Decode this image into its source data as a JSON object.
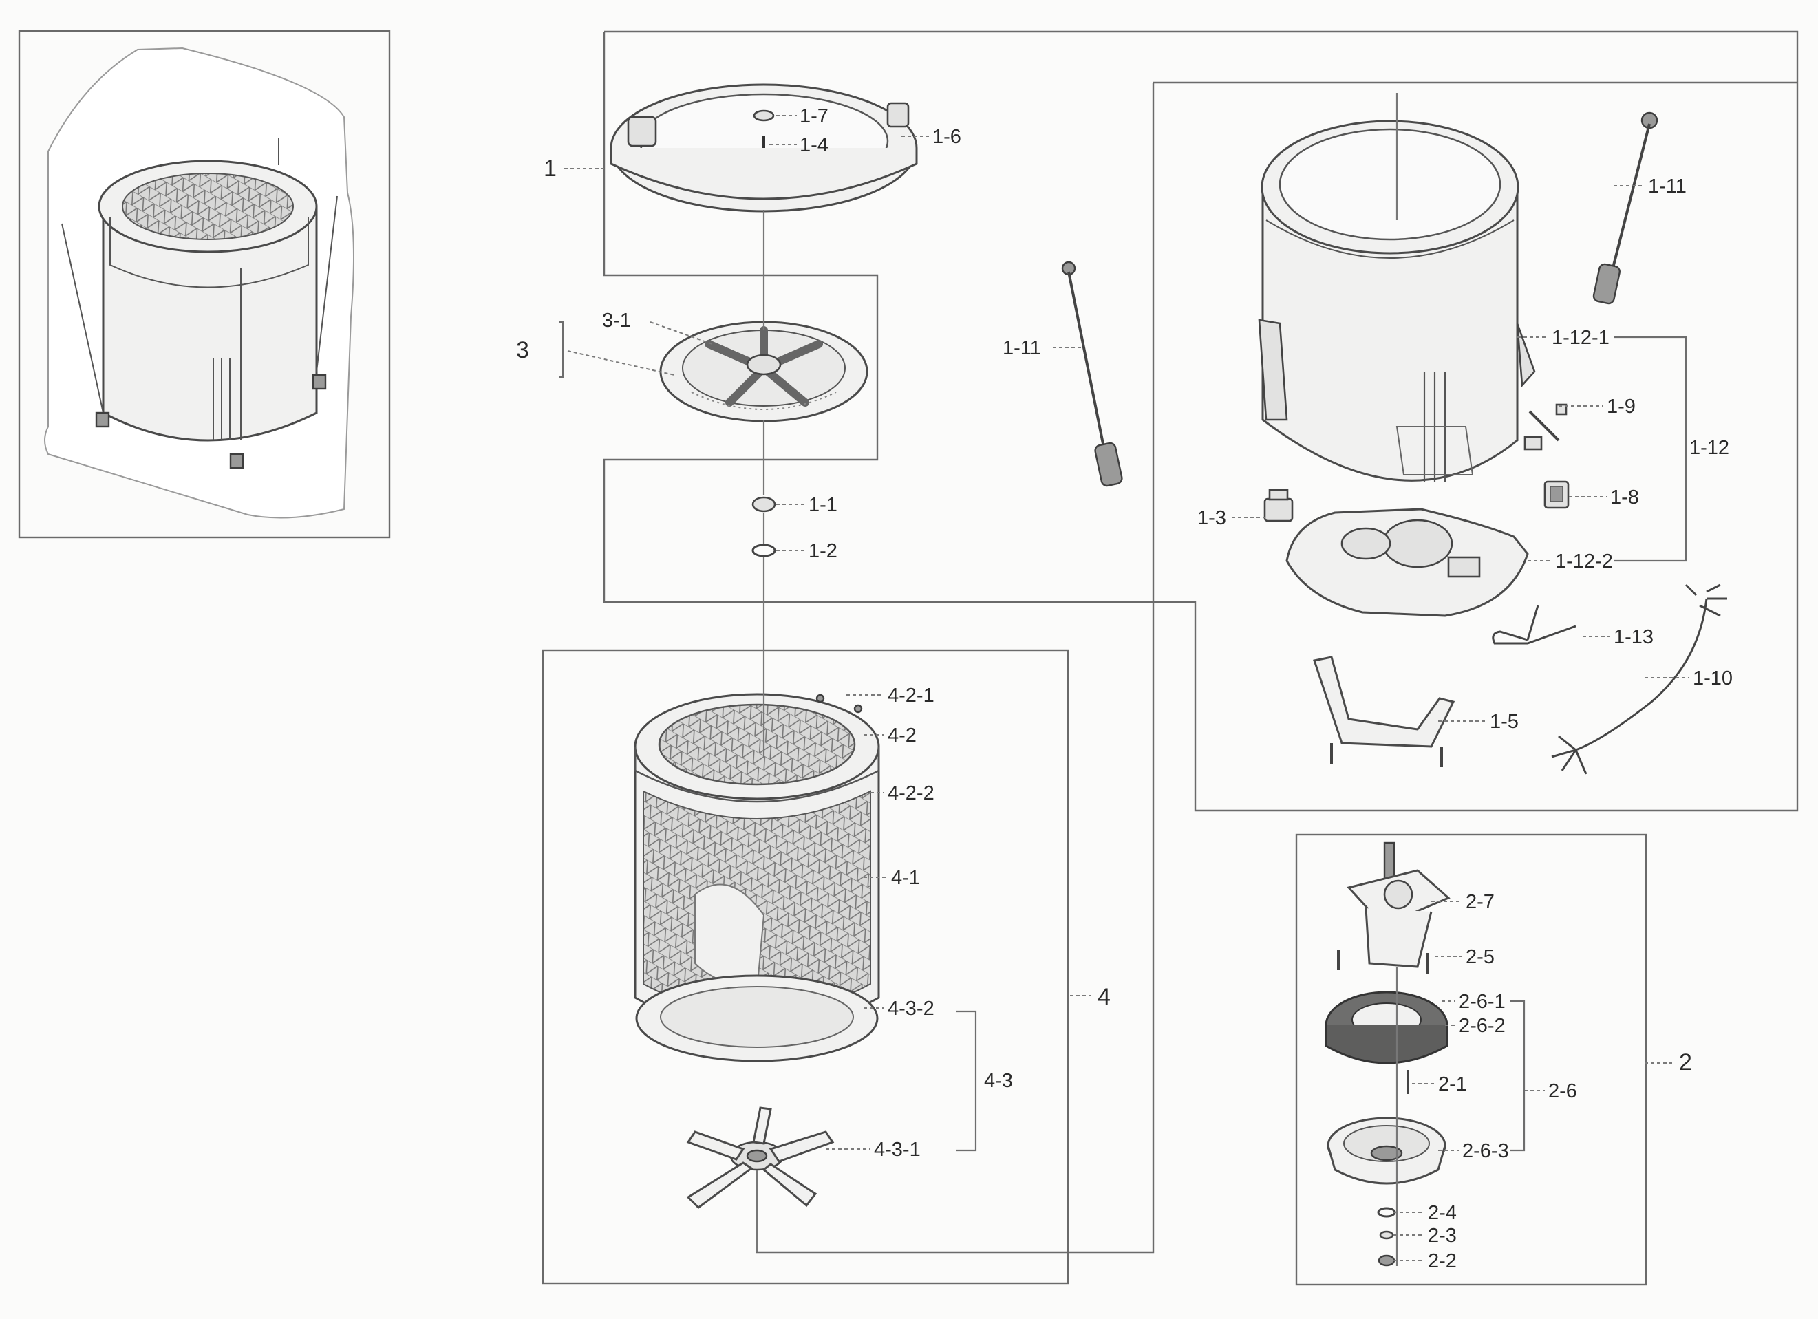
{
  "callouts": {
    "c1": "1",
    "c1_1": "1-1",
    "c1_2": "1-2",
    "c1_3": "1-3",
    "c1_4": "1-4",
    "c1_5": "1-5",
    "c1_6": "1-6",
    "c1_7": "1-7",
    "c1_8": "1-8",
    "c1_9": "1-9",
    "c1_10": "1-10",
    "c1_11a": "1-11",
    "c1_11b": "1-11",
    "c1_12": "1-12",
    "c1_12_1": "1-12-1",
    "c1_12_2": "1-12-2",
    "c1_13": "1-13",
    "c2": "2",
    "c2_1": "2-1",
    "c2_2": "2-2",
    "c2_3": "2-3",
    "c2_4": "2-4",
    "c2_5": "2-5",
    "c2_6": "2-6",
    "c2_6_1": "2-6-1",
    "c2_6_2": "2-6-2",
    "c2_6_3": "2-6-3",
    "c2_7": "2-7",
    "c3": "3",
    "c3_1": "3-1",
    "c4": "4",
    "c4_1": "4-1",
    "c4_2": "4-2",
    "c4_2_1": "4-2-1",
    "c4_2_2": "4-2-2",
    "c4_3": "4-3",
    "c4_3_1": "4-3-1",
    "c4_3_2": "4-3-2"
  },
  "colors": {
    "background": "#fbfbfa",
    "line": "#4a4a4a",
    "part_fill": "#f1f1f0",
    "mesh": "#8c8c8c",
    "text": "#2a2a2a"
  }
}
